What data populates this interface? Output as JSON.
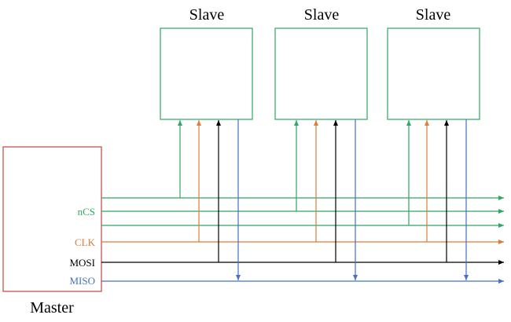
{
  "diagram": {
    "master": {
      "title": "Master"
    },
    "slaves": [
      {
        "title": "Slave"
      },
      {
        "title": "Slave"
      },
      {
        "title": "Slave"
      }
    ],
    "signals": [
      {
        "id": "ncs",
        "label": "nCS",
        "color": "#2ea862"
      },
      {
        "id": "clk",
        "label": "CLK",
        "color": "#e07b39"
      },
      {
        "id": "mosi",
        "label": "MOSI",
        "color": "#000000"
      },
      {
        "id": "miso",
        "label": "MISO",
        "color": "#4472c4"
      }
    ],
    "colors": {
      "slave_border": "#2ea862",
      "master_border": "#c84040"
    }
  }
}
